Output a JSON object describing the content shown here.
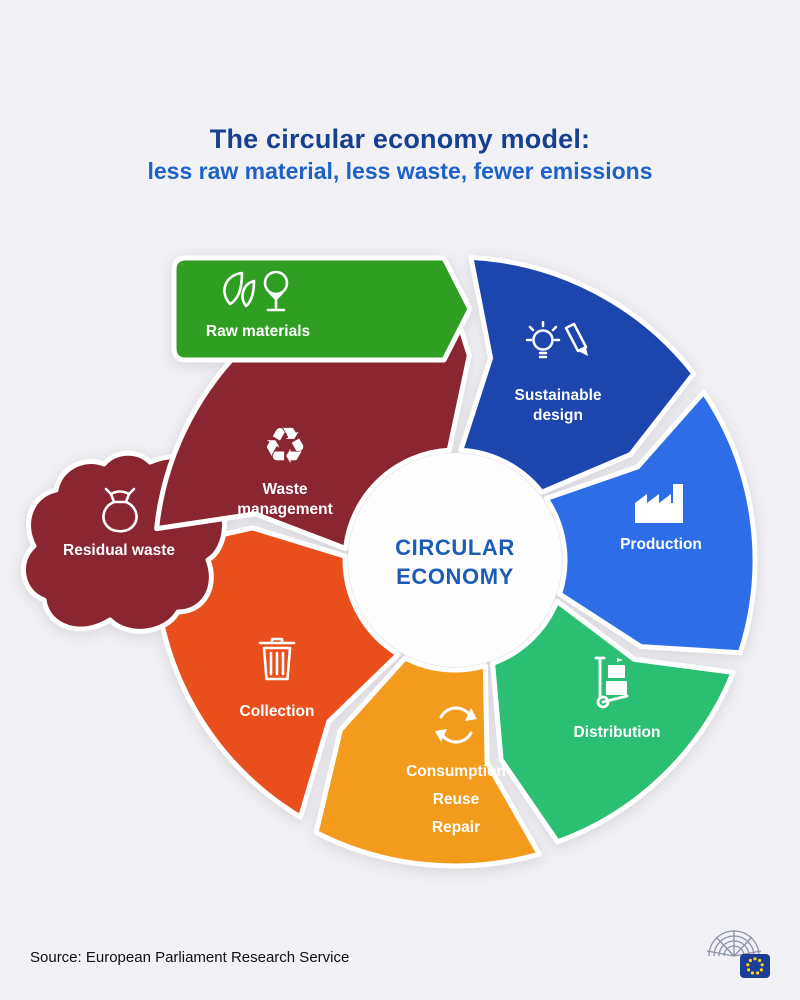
{
  "page": {
    "background_color": "#f2f1f5",
    "title": "The circular economy model:",
    "subtitle": "less raw material, less waste, fewer emissions",
    "title_color": "#17418f",
    "subtitle_color": "#1e62c8",
    "source_text": "Source: European Parliament Research Service",
    "logo_name": "european-parliament-logo"
  },
  "center_label": {
    "lines": [
      "CIRCULAR",
      "ECONOMY"
    ],
    "color": "#1d5cb5"
  },
  "banner": {
    "id": "raw-materials",
    "label": "Raw materials",
    "color": "#2f9e23",
    "icon": "leaves-and-tree-icon"
  },
  "segments": [
    {
      "id": "sustainable-design",
      "lines": [
        "Sustainable",
        "design"
      ],
      "color": "#1c45ae",
      "icon": "lightbulb-pencil-icon"
    },
    {
      "id": "production",
      "lines": [
        "Production"
      ],
      "color": "#2e6de8",
      "icon": "factory-icon"
    },
    {
      "id": "distribution",
      "lines": [
        "Distribution"
      ],
      "color": "#2abf72",
      "icon": "hand-truck-icon"
    },
    {
      "id": "consumption-reuse-repair",
      "lines": [
        "Consumption",
        "Reuse",
        "Repair"
      ],
      "color": "#f39b1c",
      "icon": "cycle-arrows-icon"
    },
    {
      "id": "collection",
      "lines": [
        "Collection"
      ],
      "color": "#e84f1d",
      "icon": "trash-bin-icon"
    },
    {
      "id": "waste-management",
      "lines": [
        "Waste",
        "management"
      ],
      "color": "#8a2532",
      "icon": "recycle-icon"
    }
  ],
  "blob": {
    "id": "residual-waste",
    "label": "Residual waste",
    "color": "#8a2532",
    "icon": "waste-bag-icon"
  },
  "icons": {
    "recycle_glyph": "♻"
  },
  "chart_data": {
    "type": "cycle-diagram",
    "title": "The circular economy model: less raw material, less waste, fewer emissions",
    "flow_direction": "clockwise",
    "center_label": "CIRCULAR ECONOMY",
    "stages": [
      {
        "label": "Raw materials",
        "color": "#2f9e23"
      },
      {
        "label": "Sustainable design",
        "color": "#1c45ae"
      },
      {
        "label": "Production",
        "color": "#2e6de8"
      },
      {
        "label": "Distribution",
        "color": "#2abf72"
      },
      {
        "label": "Consumption, Reuse, Repair",
        "color": "#f39b1c"
      },
      {
        "label": "Collection",
        "color": "#e84f1d"
      },
      {
        "label": "Waste management",
        "color": "#8a2532"
      },
      {
        "label": "Residual waste",
        "color": "#8a2532"
      }
    ]
  }
}
